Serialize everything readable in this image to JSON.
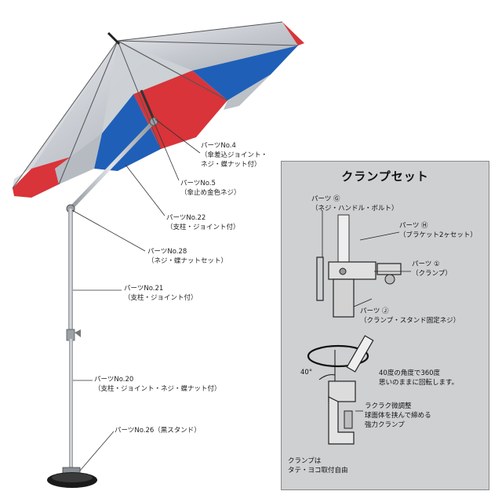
{
  "umbrella_labels": [
    {
      "id": "p4",
      "lines": [
        "パーツNo.4",
        "（傘差込ジョイント・",
        "ネジ・蝶ナット付）"
      ]
    },
    {
      "id": "p5",
      "lines": [
        "パーツNo.5",
        "（傘止め金色ネジ）"
      ]
    },
    {
      "id": "p22",
      "lines": [
        "パーツNo.22",
        "（支柱・ジョイント付）"
      ]
    },
    {
      "id": "p28",
      "lines": [
        "パーツNo.28",
        "（ネジ・蝶ナットセット）"
      ]
    },
    {
      "id": "p21",
      "lines": [
        "パーツNo.21",
        "（支柱・ジョイント付）"
      ]
    },
    {
      "id": "p20",
      "lines": [
        "パーツNo.20",
        "（支柱・ジョイント・ネジ・蝶ナット付）"
      ]
    },
    {
      "id": "p26",
      "lines": [
        "パーツNo.26（黒スタンド）"
      ]
    }
  ],
  "clamp_panel": {
    "title": "クランプセット",
    "labels": [
      {
        "id": "g",
        "lines": [
          "パーツ Ⓖ",
          "（ネジ・ハンドル・ボルト）"
        ]
      },
      {
        "id": "h",
        "lines": [
          "パーツ Ⓗ",
          "（ブラケット2ヶセット）"
        ]
      },
      {
        "id": "i",
        "lines": [
          "パーツ ①",
          "（クランプ）"
        ]
      },
      {
        "id": "j",
        "lines": [
          "パーツ Ⓙ",
          "（クランプ・スタンド固定ネジ）"
        ]
      },
      {
        "id": "angle",
        "lines": [
          "40度の角度で360度",
          "思いのままに回転します。"
        ]
      },
      {
        "id": "fine",
        "lines": [
          "ラクラク微調整",
          "球面体を挟んで締める",
          "強力クランプ"
        ]
      },
      {
        "id": "mount",
        "lines": [
          "クランプは",
          "タテ・ヨコ取付自由"
        ]
      }
    ],
    "angle_mark": "40°"
  },
  "colors": {
    "silver": "#c9cdd2",
    "red": "#d8343a",
    "blue": "#1f5fb8",
    "pole": "#b8bcc0",
    "panel_bg": "#cfd0d2"
  }
}
